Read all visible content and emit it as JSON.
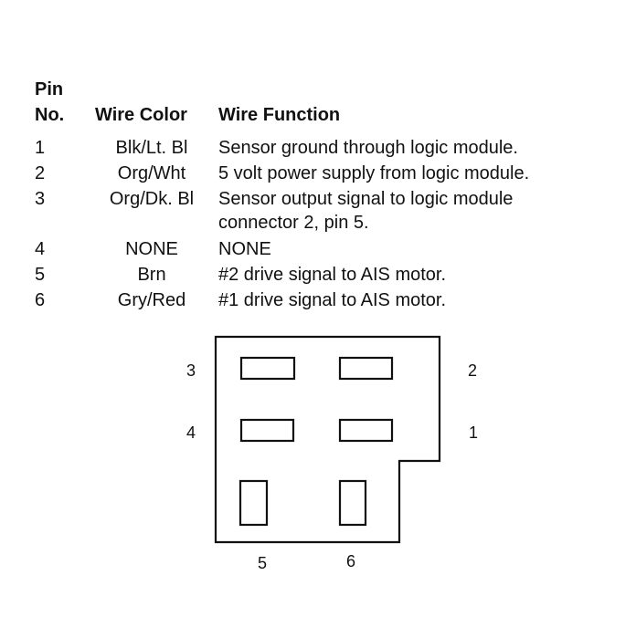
{
  "table": {
    "header": {
      "pin_line1": "Pin",
      "pin_line2": "No.",
      "wire_color": "Wire Color",
      "wire_function": "Wire Function"
    },
    "rows": [
      {
        "pin": "1",
        "color": "Blk/Lt. Bl",
        "function": "Sensor ground through logic module."
      },
      {
        "pin": "2",
        "color": "Org/Wht",
        "function": "5 volt power supply from logic module."
      },
      {
        "pin": "3",
        "color": "Org/Dk. Bl",
        "function": "Sensor output signal to logic module",
        "function_line2": "connector 2, pin 5."
      },
      {
        "pin": "4",
        "color": "NONE",
        "function": "NONE"
      },
      {
        "pin": "5",
        "color": "Brn",
        "function": "#2 drive signal to AIS motor."
      },
      {
        "pin": "6",
        "color": "Gry/Red",
        "function": "#1 drive signal to AIS motor."
      }
    ]
  },
  "connector": {
    "pin_labels": {
      "p1": "1",
      "p2": "2",
      "p3": "3",
      "p4": "4",
      "p5": "5",
      "p6": "6"
    },
    "stroke_color": "#111111"
  }
}
